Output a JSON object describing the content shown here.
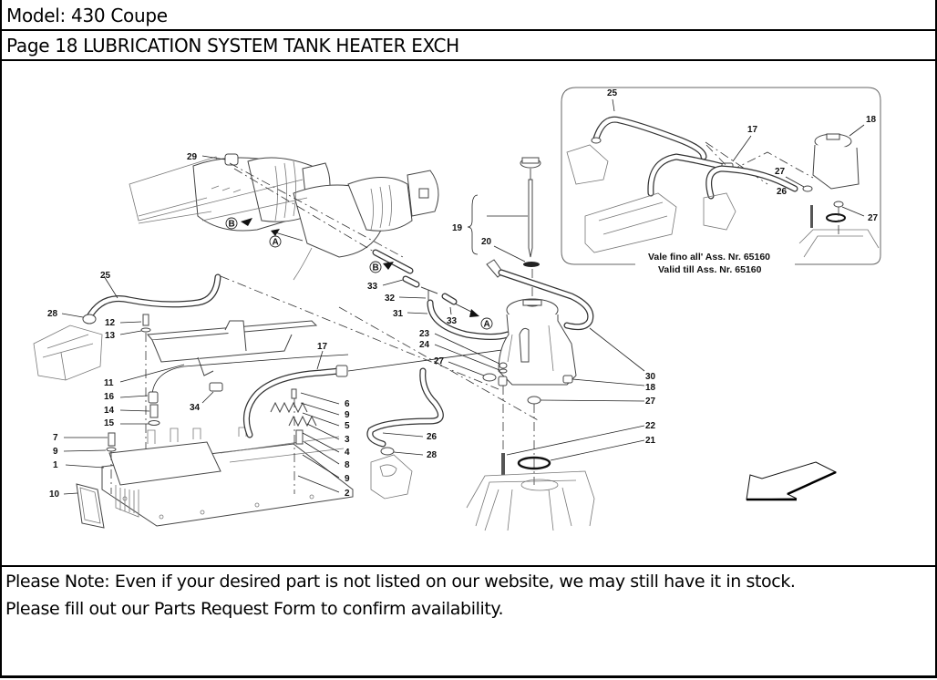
{
  "header": {
    "model": "Model: 430 Coupe",
    "page_title": "Page 18   LUBRICATION SYSTEM  TANK  HEATER EXCH"
  },
  "diagram": {
    "callouts": {
      "c1": "1",
      "c2": "2",
      "c3": "3",
      "c4": "4",
      "c5": "5",
      "c6": "6",
      "c7": "7",
      "c8": "8",
      "c9a": "9",
      "c9b": "9",
      "c9c": "9",
      "c10": "10",
      "c11": "11",
      "c12": "12",
      "c13": "13",
      "c14": "14",
      "c15": "15",
      "c16": "16",
      "c17": "17",
      "c18a": "18",
      "c19": "19",
      "c20": "20",
      "c21": "21",
      "c22": "22",
      "c23": "23",
      "c24": "24",
      "c25": "25",
      "c26": "26",
      "c27a": "27",
      "c27b": "27",
      "c28a": "28",
      "c28b": "28",
      "c29": "29",
      "c30": "30",
      "c31": "31",
      "c32": "32",
      "c33a": "33",
      "c33b": "33",
      "c34": "34"
    },
    "markers": {
      "a1": "A",
      "a2": "A",
      "b1": "B",
      "b2": "B"
    },
    "inset": {
      "callouts": {
        "i25": "25",
        "i17": "17",
        "i18": "18",
        "i27a": "27",
        "i27b": "27",
        "i26": "26"
      },
      "caption_it": "Vale fino all' Ass. Nr. 65160",
      "caption_en": "Valid till Ass. Nr. 65160"
    },
    "direction_arrow": "front-direction-arrow"
  },
  "notice": {
    "line1": "Please Note: Even if your desired part is not listed on our website, we may still have it in stock.",
    "line2": "Please fill out our Parts Request Form to confirm availability."
  }
}
